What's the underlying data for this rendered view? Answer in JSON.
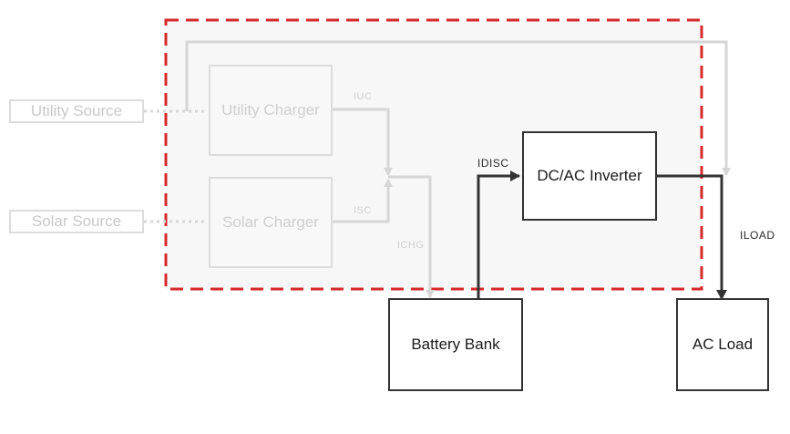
{
  "colors": {
    "dashed_border": "#d42a2a",
    "active": "#333333",
    "inactive": "#d6d6d6"
  },
  "nodes": {
    "utility_source": "Utility Source",
    "solar_source": "Solar Source",
    "utility_charger": "Utility Charger",
    "solar_charger": "Solar Charger",
    "dc_ac_inverter": "DC/AC Inverter",
    "battery_bank": "Battery Bank",
    "ac_load": "AC Load"
  },
  "currents": {
    "iuc": "IUC",
    "isc": "ISC",
    "ichg": "ICHG",
    "idisc": "IDISC",
    "iload": "ILOAD"
  }
}
